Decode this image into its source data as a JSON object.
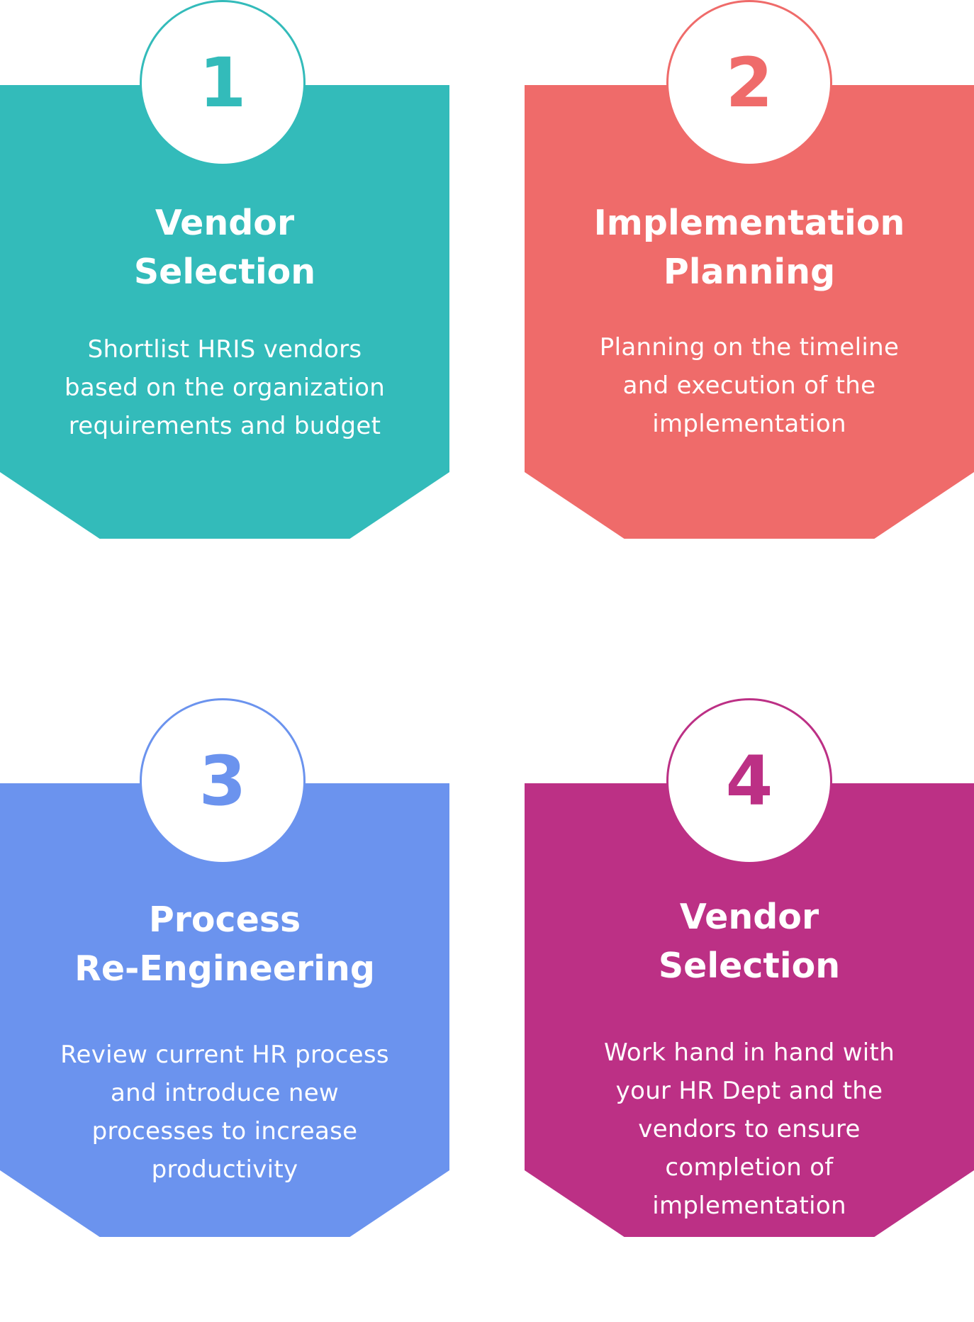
{
  "steps": [
    {
      "number": "1",
      "title_lines": [
        "Vendor",
        "Selection"
      ],
      "desc_lines": [
        "Shortlist HRIS vendors",
        "based on the organization",
        "requirements and budget"
      ],
      "color": "#33BBBA"
    },
    {
      "number": "2",
      "title_lines": [
        "Implementation",
        "Planning"
      ],
      "desc_lines": [
        "Planning on the timeline",
        "and execution of the",
        "implementation"
      ],
      "color": "#EF6B6A"
    },
    {
      "number": "3",
      "title_lines": [
        "Process",
        "Re-Engineering"
      ],
      "desc_lines": [
        "Review current HR process",
        "and  introduce new",
        "processes to increase",
        "productivity"
      ],
      "color": "#6B93EE"
    },
    {
      "number": "4",
      "title_lines": [
        "Vendor",
        "Selection"
      ],
      "desc_lines": [
        "Work hand in hand with",
        "your HR Dept and the",
        "vendors to ensure",
        "completion of",
        "implementation"
      ],
      "color": "#BC3085"
    }
  ]
}
